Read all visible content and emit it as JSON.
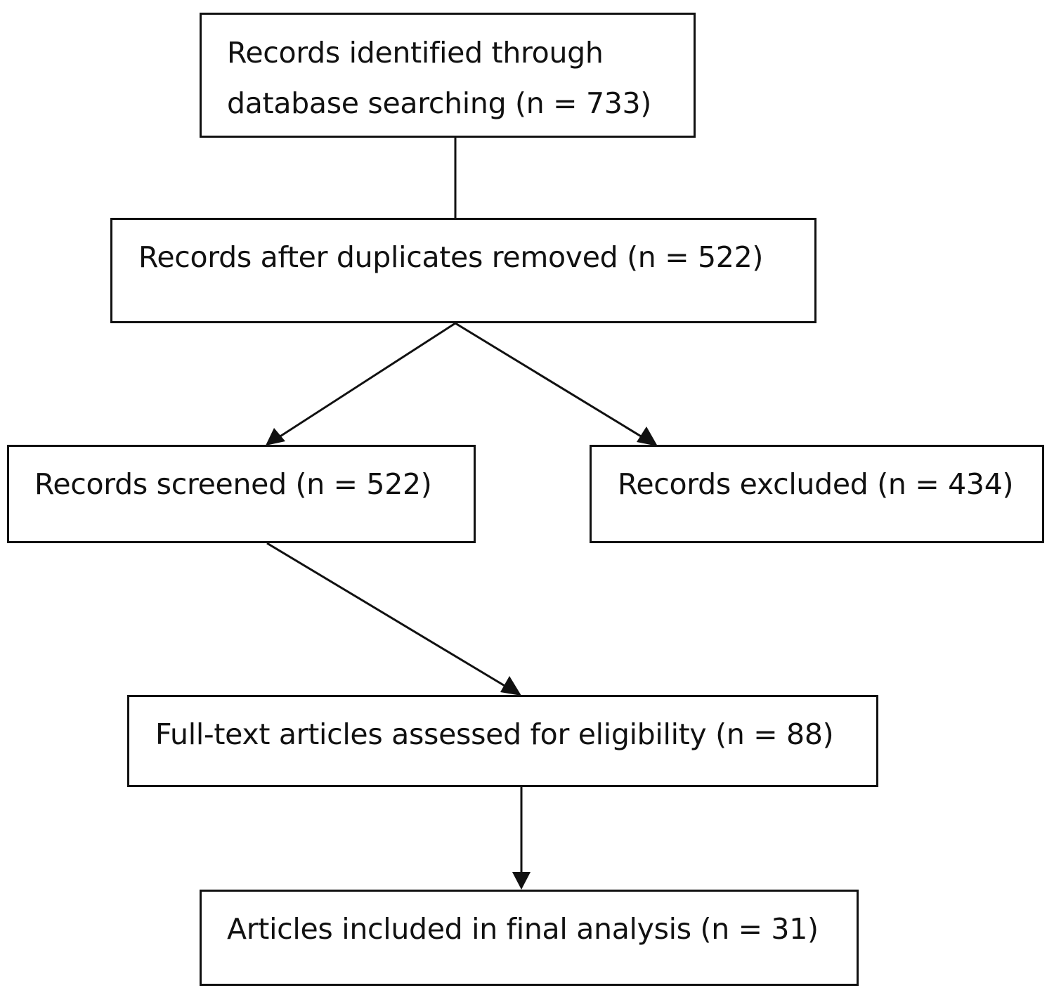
{
  "flowchart": {
    "identified": {
      "line1": "Records identified through",
      "line2": "database searching (n = 733)"
    },
    "duplicates_removed": "Records after duplicates removed (n = 522)",
    "screened": "Records screened (n = 522)",
    "excluded": "Records excluded (n = 434)",
    "full_text": "Full-text articles assessed for eligibility (n = 88)",
    "included": "Articles included in final analysis (n = 31)"
  },
  "colors": {
    "line": "#111111",
    "box_border": "#111111",
    "background": "#ffffff"
  }
}
